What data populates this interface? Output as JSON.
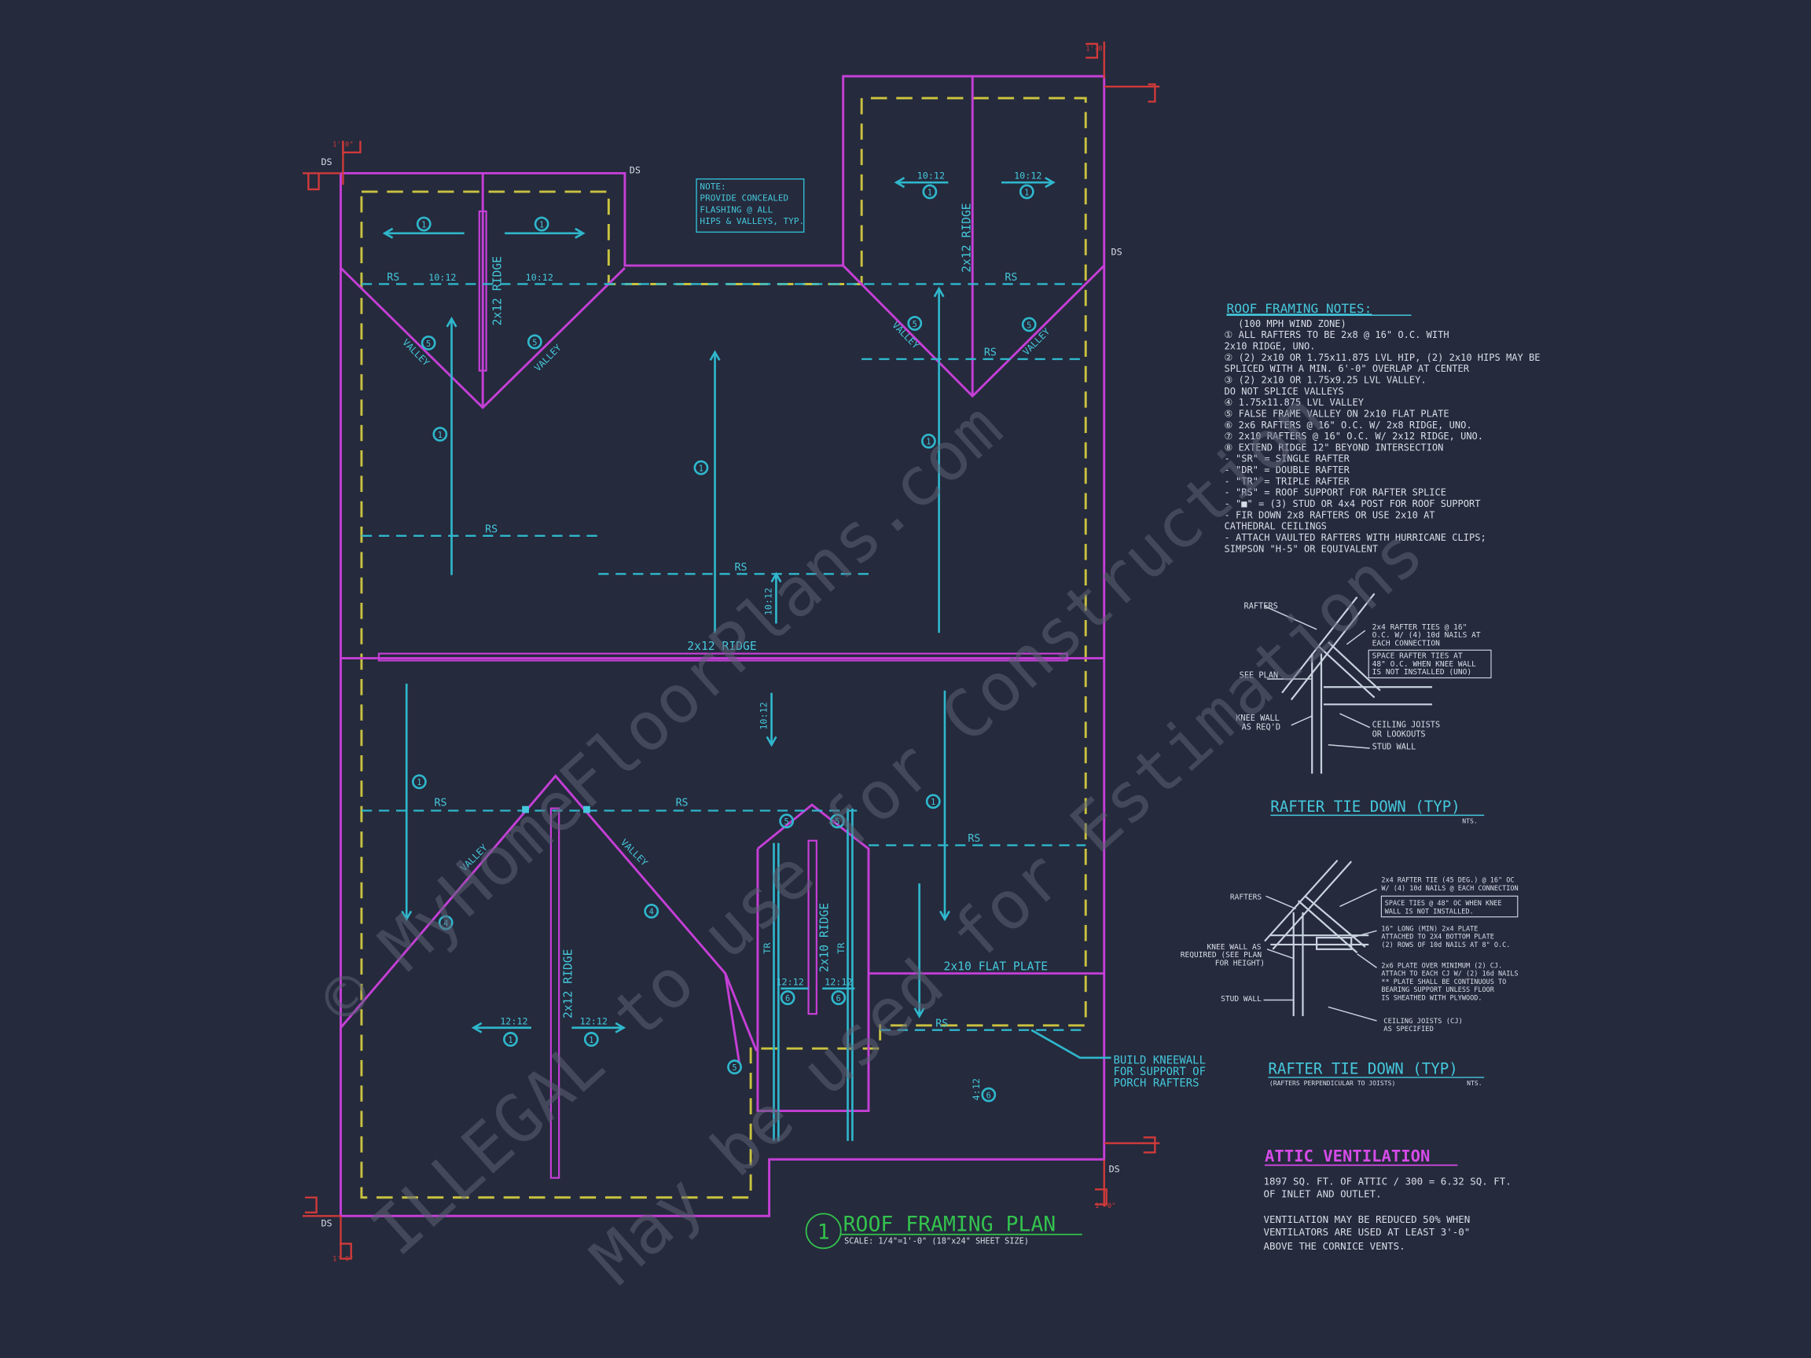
{
  "plan": {
    "title": "ROOF FRAMING PLAN",
    "scale": "SCALE: 1/4\"=1'-0\" (18\"x24\" SHEET SIZE)",
    "number": "1",
    "note_lines": [
      "NOTE:",
      "PROVIDE CONCEALED",
      "FLASHING @ ALL",
      "HIPS & VALLEYS, TYP."
    ],
    "kneewall_lines": [
      "BUILD KNEEWALL",
      "FOR SUPPORT OF",
      "PORCH RAFTERS"
    ],
    "labels": {
      "ds": "DS",
      "rs": "RS",
      "valley": "VALLEY",
      "ridge_2x12": "2x12 RIDGE",
      "ridge_2x10": "2x10 RIDGE",
      "flat_plate": "2x10 FLAT PLATE",
      "tr": "TR",
      "pitch_10": "10:12",
      "pitch_12": "12:12",
      "pitch_4": "4:12",
      "c1": "1",
      "c4": "4",
      "c5": "5",
      "c6": "6"
    }
  },
  "roof_notes": {
    "title": "ROOF FRAMING NOTES:",
    "lines": [
      "(100 MPH WIND ZONE)",
      "① ALL RAFTERS TO BE 2x8 @ 16\" O.C. WITH",
      "   2x10 RIDGE, UNO.",
      "② (2) 2x10 OR 1.75x11.875 LVL HIP, (2) 2x10 HIPS MAY BE",
      "   SPLICED WITH A MIN. 6'-0\" OVERLAP AT CENTER",
      "③ (2) 2x10 OR 1.75x9.25 LVL VALLEY.",
      "   DO NOT SPLICE VALLEYS",
      "④ 1.75x11.875 LVL VALLEY",
      "⑤ FALSE FRAME VALLEY ON 2x10 FLAT PLATE",
      "⑥ 2x6 RAFTERS @ 16\" O.C. W/ 2x8 RIDGE, UNO.",
      "⑦ 2x10 RAFTERS @ 16\" O.C. W/ 2x12 RIDGE, UNO.",
      "⑧ EXTEND RIDGE 12\" BEYOND INTERSECTION",
      "- \"SR\" = SINGLE RAFTER",
      "- \"DR\" = DOUBLE RAFTER",
      "- \"TR\" = TRIPLE RAFTER",
      "- \"RS\" = ROOF SUPPORT FOR RAFTER SPLICE",
      "- \"■\" = (3) STUD OR 4x4 POST FOR ROOF SUPPORT",
      "- FIR DOWN 2x8 RAFTERS OR USE 2x10 AT",
      "  CATHEDRAL CEILINGS",
      "- ATTACH VAULTED RAFTERS WITH HURRICANE CLIPS;",
      "  SIMPSON \"H-5\" OR EQUIVALENT"
    ]
  },
  "detail1": {
    "title": "RAFTER TIE DOWN (TYP)",
    "nts": "NTS.",
    "labels": {
      "rafters": "RAFTERS",
      "see_plan": "SEE PLAN",
      "knee_wall": [
        "KNEE WALL",
        "AS REQ'D"
      ],
      "ties": [
        "2x4 RAFTER TIES @ 16\"",
        "O.C. W/ (4) 10d NAILS AT",
        "EACH CONNECTION"
      ],
      "space": [
        "SPACE RAFTER TIES AT",
        "48\" O.C. WHEN KNEE WALL",
        "IS NOT INSTALLED (UNO)"
      ],
      "ceiling": [
        "CEILING JOISTS",
        "OR LOOKOUTS"
      ],
      "stud": "STUD WALL"
    }
  },
  "detail2": {
    "title": "RAFTER TIE DOWN (TYP)",
    "subtitle": "(RAFTERS PERPENDICULAR TO JOISTS)",
    "nts": "NTS.",
    "labels": {
      "rafters": "RAFTERS",
      "knee_wall": [
        "KNEE WALL AS",
        "REQUIRED (SEE PLAN",
        "FOR HEIGHT)"
      ],
      "stud": "STUD WALL",
      "tie": [
        "2x4 RAFTER TIE (45 DEG.) @ 16\" OC",
        "W/ (4) 10d NAILS @ EACH CONNECTION"
      ],
      "space": [
        "SPACE TIES @ 48\" OC WHEN KNEE",
        "WALL IS NOT INSTALLED."
      ],
      "plate16": [
        "16\" LONG (MIN) 2x4 PLATE",
        "ATTACHED TO 2X4 BOTTOM PLATE",
        "(2) ROWS OF 10d NAILS AT 8\" O.C."
      ],
      "plate2x6": [
        "2x6 PLATE OVER MINIMUM (2) CJ.",
        "ATTACH TO EACH CJ W/ (2) 16d NAILS",
        "** PLATE SHALL BE CONTINUOUS TO",
        "BEARING SUPPORT UNLESS FLOOR",
        "IS SHEATHED WITH PLYWOOD."
      ],
      "cj": [
        "CEILING JOISTS (CJ)",
        "AS SPECIFIED"
      ]
    }
  },
  "attic": {
    "title": "ATTIC VENTILATION",
    "line1": "1897 SQ. FT. OF ATTIC / 300 = 6.32 SQ. FT.",
    "line2": "OF INLET AND OUTLET.",
    "line3": "VENTILATION MAY BE REDUCED 50% WHEN",
    "line4": "VENTILATORS ARE USED AT LEAST 3'-0\"",
    "line5": "ABOVE THE CORNICE VENTS."
  },
  "watermark": {
    "line1": "© MyHomeFloorPlans.com",
    "line2": "ILLEGAL to use for Construction",
    "line3": "May be used for Estimations"
  },
  "dims": {
    "d1": "1'-0\""
  }
}
